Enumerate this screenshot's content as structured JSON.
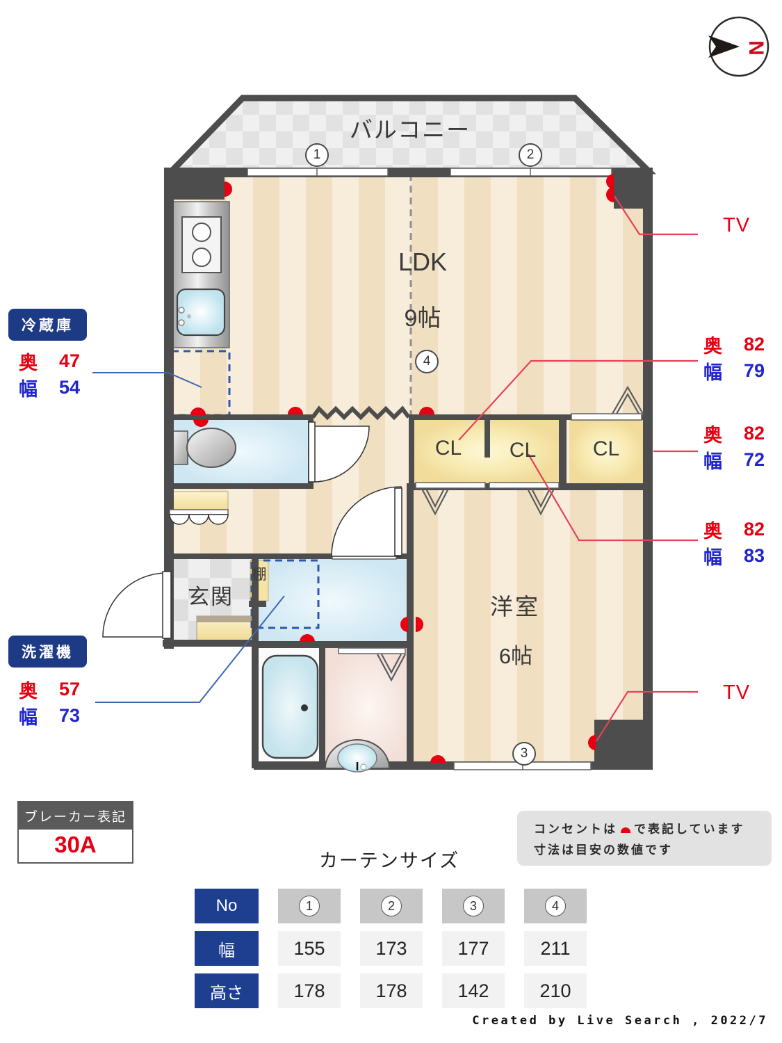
{
  "compass": {
    "north": "N"
  },
  "plan": {
    "balcony": "バルコニー",
    "ldk_name": "LDK",
    "ldk_size": "9帖",
    "western_name": "洋室",
    "western_size": "6帖",
    "entrance": "玄関",
    "shelf": "棚",
    "closets": [
      "CL",
      "CL",
      "CL"
    ],
    "tv_top": "TV",
    "tv_bottom": "TV",
    "markers": [
      "1",
      "2",
      "3",
      "4"
    ]
  },
  "appliances": {
    "fridge": {
      "title": "冷蔵庫",
      "rows": [
        {
          "label": "奥",
          "value": "47"
        },
        {
          "label": "幅",
          "value": "54"
        }
      ]
    },
    "washer": {
      "title": "洗濯機",
      "rows": [
        {
          "label": "奥",
          "value": "57"
        },
        {
          "label": "幅",
          "value": "73"
        }
      ]
    }
  },
  "closet_dims": [
    {
      "rows": [
        {
          "label": "奥",
          "value": "82"
        },
        {
          "label": "幅",
          "value": "79"
        }
      ]
    },
    {
      "rows": [
        {
          "label": "奥",
          "value": "82"
        },
        {
          "label": "幅",
          "value": "72"
        }
      ]
    },
    {
      "rows": [
        {
          "label": "奥",
          "value": "82"
        },
        {
          "label": "幅",
          "value": "83"
        }
      ]
    }
  ],
  "breaker": {
    "title": "ブレーカー表記",
    "value": "30A"
  },
  "notes": {
    "line1_before": "コンセントは",
    "line1_after": "で表記しています",
    "line2": "寸法は目安の数値です",
    "outlet_icon": "red-half-dome"
  },
  "curtain_table": {
    "title": "カーテンサイズ",
    "row_labels": [
      "No",
      "幅",
      "高さ"
    ],
    "columns": [
      "1",
      "2",
      "3",
      "4"
    ],
    "widths": [
      "155",
      "173",
      "177",
      "211"
    ],
    "heights": [
      "178",
      "178",
      "142",
      "210"
    ]
  },
  "credit": "Created by Live Search , 2022/7",
  "colors": {
    "outlet_red": "#e60012",
    "dim_red": "#e60012",
    "dim_blue": "#2025cf",
    "badge_blue": "#1d3a85",
    "table_blue": "#1e3f8f",
    "wall_gray": "#4d4d4d"
  }
}
